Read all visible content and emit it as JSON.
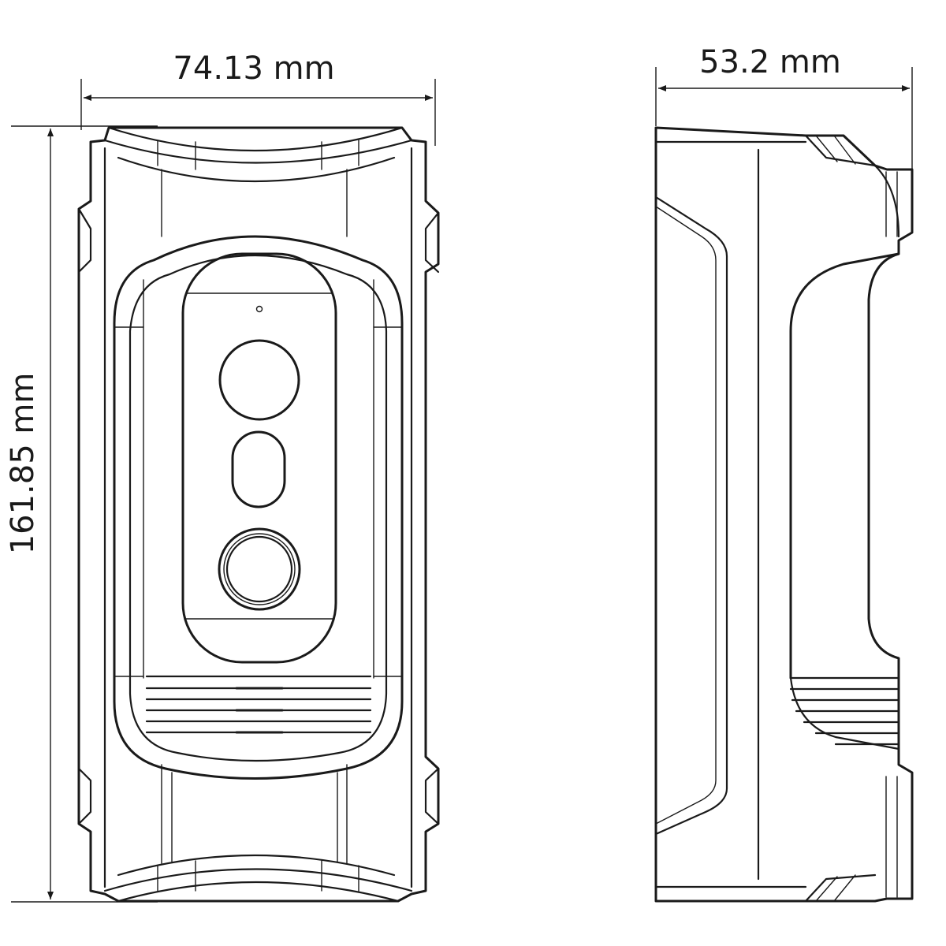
{
  "dimensions": {
    "width_label": "74.13 mm",
    "depth_label": "53.2 mm",
    "height_label": "161.85 mm"
  }
}
